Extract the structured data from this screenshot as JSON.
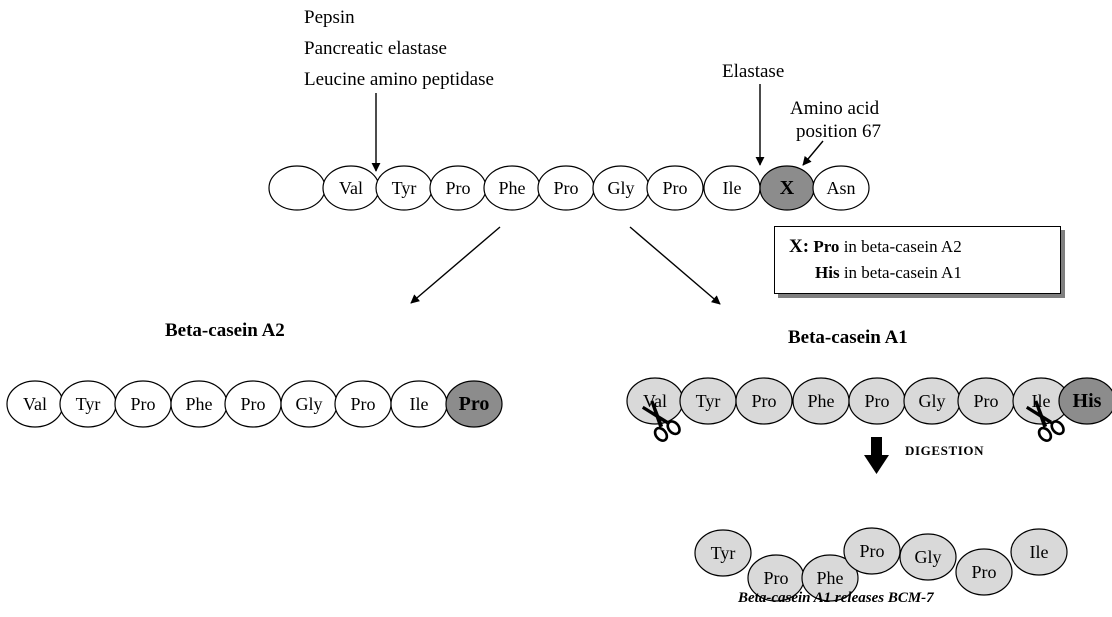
{
  "enzymes_top": [
    "Pepsin",
    "Pancreatic elastase",
    "Leucine amino peptidase"
  ],
  "elastase_label": "Elastase",
  "position_label": [
    "Amino acid",
    "position 67"
  ],
  "top_chain": [
    "",
    "Val",
    "Tyr",
    "Pro",
    "Phe",
    "Pro",
    "Gly",
    "Pro",
    "Ile",
    "X",
    "Asn"
  ],
  "legend": {
    "line1_key": "X:",
    "line1_residue": "Pro",
    "line1_text": "in beta-casein A2",
    "line2_residue": "His",
    "line2_text": "in beta-casein A1"
  },
  "a2": {
    "title": "Beta-casein A2",
    "chain": [
      "Val",
      "Tyr",
      "Pro",
      "Phe",
      "Pro",
      "Gly",
      "Pro",
      "Ile",
      "Pro"
    ]
  },
  "a1": {
    "title": "Beta-casein A1",
    "chain": [
      "Val",
      "Tyr",
      "Pro",
      "Phe",
      "Pro",
      "Gly",
      "Pro",
      "Ile",
      "His"
    ]
  },
  "digestion_label": "DIGESTION",
  "bcm7_chain": [
    "Tyr",
    "Pro",
    "Phe",
    "Pro",
    "Gly",
    "Pro",
    "Ile"
  ],
  "caption": "Beta-casein A1 releases BCM-7",
  "colors": {
    "residue_white": "#ffffff",
    "residue_grey": "#d9d9d9",
    "residue_dark": "#8c8c8c"
  }
}
